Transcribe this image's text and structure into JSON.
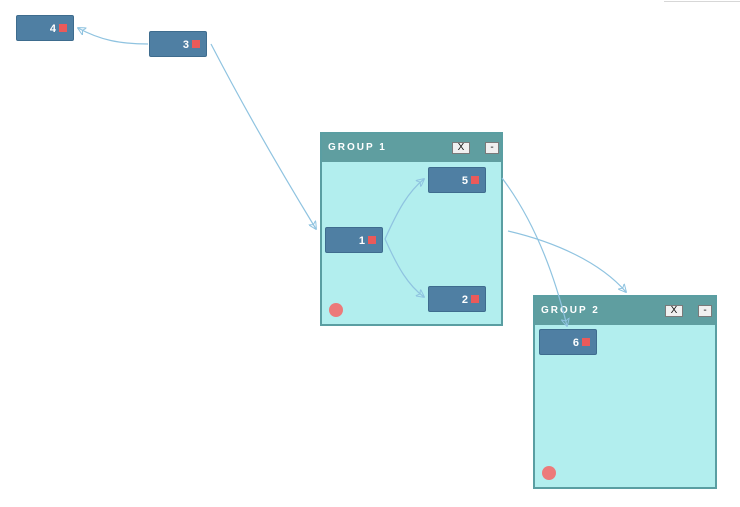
{
  "nodes": {
    "n4": {
      "label": "4"
    },
    "n3": {
      "label": "3"
    },
    "n1": {
      "label": "1"
    },
    "n5": {
      "label": "5"
    },
    "n2": {
      "label": "2"
    },
    "n6": {
      "label": "6"
    }
  },
  "groups": {
    "g1": {
      "title": "GROUP 1",
      "close_label": "X",
      "minimize_label": "-"
    },
    "g2": {
      "title": "GROUP 2",
      "close_label": "X",
      "minimize_label": "-"
    }
  },
  "colors": {
    "node": "#4f7fa3",
    "port": "#ea5a5a",
    "group_body": "#b2eeee",
    "group_header": "#5f9ea0",
    "edge": "#8fc3e0"
  }
}
